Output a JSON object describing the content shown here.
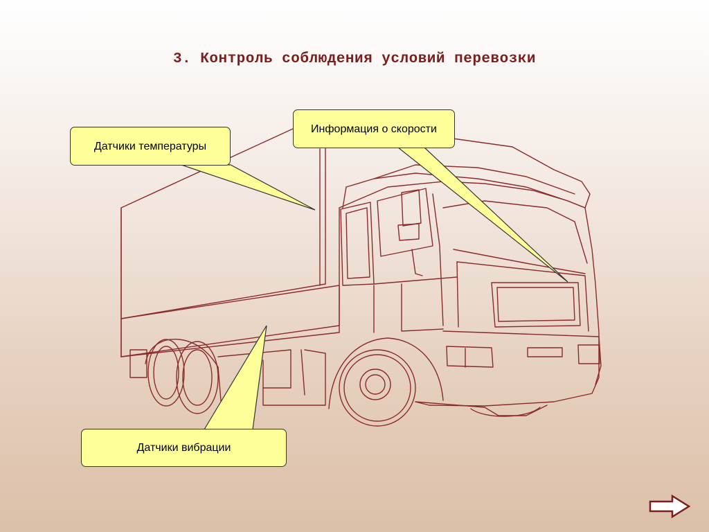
{
  "slide": {
    "title": "3. Контроль соблюдения условий перевозки"
  },
  "callouts": {
    "temperature": "Датчики температуры",
    "speed": "Информация о скорости",
    "vibration": "Датчики вибрации"
  },
  "colors": {
    "title": "#7a1e1e",
    "drawing_line": "#8b2a2a",
    "callout_fill": "#ffff99",
    "callout_border": "#333333"
  },
  "navigation": {
    "next_icon": "arrow-right-icon"
  }
}
